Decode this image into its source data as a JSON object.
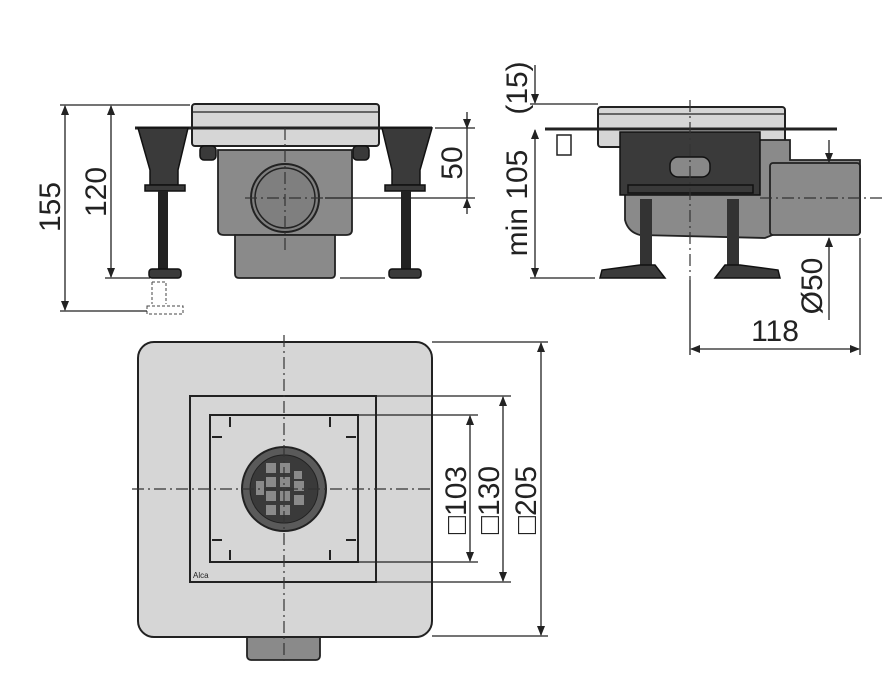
{
  "title": "Floor drain technical drawing",
  "front_view": {
    "dim_total": "155",
    "dim_height": "120",
    "dim_outlet": "50"
  },
  "side_view": {
    "dim_grate": "(15)",
    "dim_min": "min 105",
    "dim_diameter": "Ø50",
    "dim_outlet_offset": "118"
  },
  "top_view": {
    "dim_grate": "□103",
    "dim_frame": "□130",
    "dim_flange": "□205",
    "logo": "Alca"
  },
  "colors": {
    "dark": "#3a3a3a",
    "mid": "#8a8a8a",
    "light": "#d6d6d6"
  }
}
